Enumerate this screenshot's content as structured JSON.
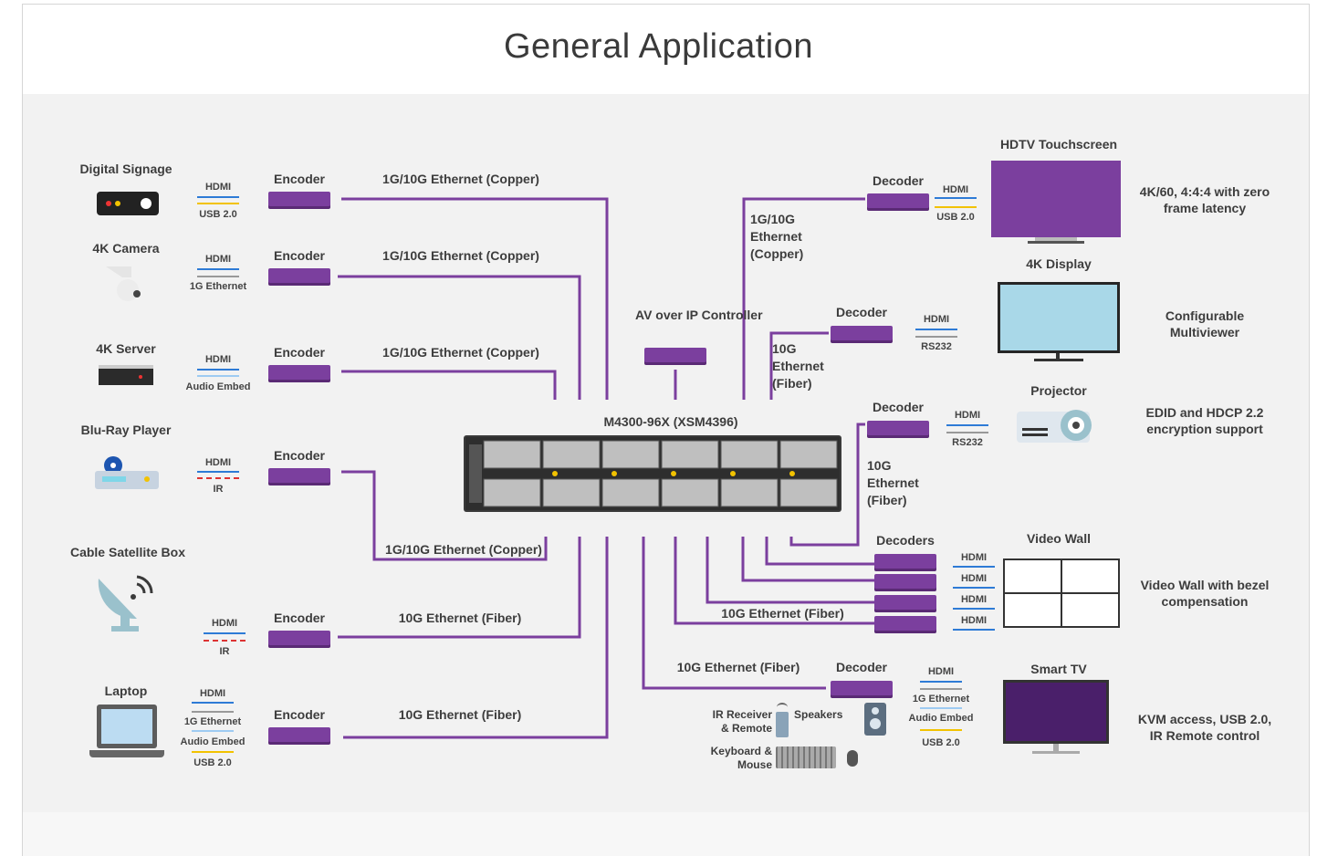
{
  "title": "General Application",
  "switch_label": "M4300-96X (XSM4396)",
  "controller_label": "AV over IP Controller",
  "sources": [
    {
      "name": "Digital Signage",
      "enc": "Encoder",
      "link": "1G/10G Ethernet (Copper)",
      "sig": [
        "HDMI",
        "USB 2.0"
      ]
    },
    {
      "name": "4K Camera",
      "enc": "Encoder",
      "link": "1G/10G Ethernet (Copper)",
      "sig": [
        "HDMI",
        "1G Ethernet"
      ]
    },
    {
      "name": "4K Server",
      "enc": "Encoder",
      "link": "1G/10G Ethernet (Copper)",
      "sig": [
        "HDMI",
        "Audio Embed"
      ]
    },
    {
      "name": "Blu-Ray Player",
      "enc": "Encoder",
      "link": "1G/10G Ethernet (Copper)",
      "sig": [
        "HDMI",
        "IR"
      ]
    },
    {
      "name": "Cable Satellite Box",
      "enc": "Encoder",
      "link": "10G Ethernet (Fiber)",
      "sig": [
        "HDMI",
        "IR"
      ]
    },
    {
      "name": "Laptop",
      "enc": "Encoder",
      "link": "10G Ethernet (Fiber)",
      "sig": [
        "HDMI",
        "1G Ethernet",
        "Audio Embed",
        "USB 2.0"
      ]
    }
  ],
  "outputs": [
    {
      "name": "HDTV Touchscreen",
      "dec": "Decoder",
      "link": "1G/10G Ethernet (Copper)",
      "sig": [
        "HDMI",
        "USB 2.0"
      ],
      "feature": "4K/60, 4:4:4 with zero frame latency"
    },
    {
      "name": "4K Display",
      "dec": "Decoder",
      "link": "10G Ethernet (Fiber)",
      "sig": [
        "HDMI",
        "RS232"
      ],
      "feature": "Configurable Multiviewer"
    },
    {
      "name": "Projector",
      "dec": "Decoder",
      "link": "10G Ethernet (Fiber)",
      "sig": [
        "HDMI",
        "RS232"
      ],
      "feature": "EDID and HDCP 2.2 encryption support"
    },
    {
      "name": "Video Wall",
      "dec": "Decoders",
      "link": "10G Ethernet (Fiber)",
      "sig": [
        "HDMI",
        "HDMI",
        "HDMI",
        "HDMI"
      ],
      "feature": "Video Wall with bezel compensation"
    },
    {
      "name": "Smart TV",
      "dec": "Decoder",
      "link": "10G Ethernet (Fiber)",
      "sig": [
        "HDMI",
        "1G Ethernet",
        "Audio Embed",
        "USB 2.0"
      ],
      "feature": "KVM access, USB 2.0, IR Remote control"
    }
  ],
  "peripherals": {
    "ir": "IR Receiver & Remote",
    "speakers": "Speakers",
    "kbm": "Keyboard & Mouse"
  },
  "colors": {
    "purple": "#7b3f9e",
    "hdmi": "#2e7bd6",
    "usb": "#f2c200",
    "ir": "#d33",
    "eth": "#888",
    "audio": "#9ecbf2"
  }
}
